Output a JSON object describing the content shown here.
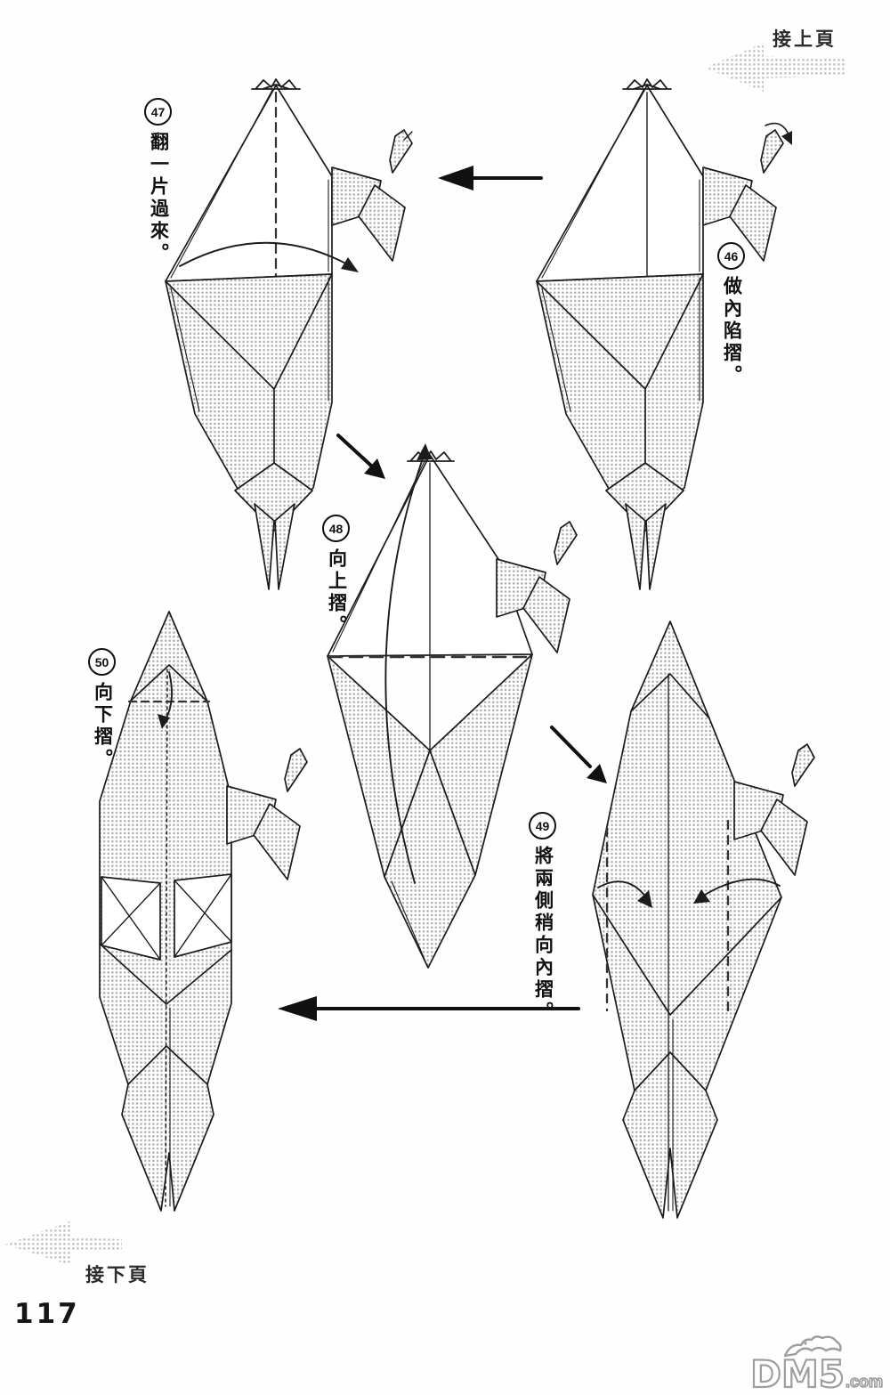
{
  "page": {
    "number": "117",
    "nav_prev": "接上頁",
    "nav_next": "接下頁"
  },
  "watermark": {
    "brand": "DM5",
    "suffix": ".com"
  },
  "steps": [
    {
      "number": "46",
      "text": "做內陷摺。"
    },
    {
      "number": "47",
      "text": "翻一片過來。"
    },
    {
      "number": "48",
      "text": "向上摺。"
    },
    {
      "number": "49",
      "text": "將兩側稍向內摺。"
    },
    {
      "number": "50",
      "text": "向下摺。"
    }
  ],
  "colors": {
    "line": "#1c1c1c",
    "halftone_dot": "#adadad",
    "gray_arrow_dot": "#c4c4c4",
    "text": "#111111",
    "watermark": "#9e9e9e",
    "background": "#fefefe"
  }
}
